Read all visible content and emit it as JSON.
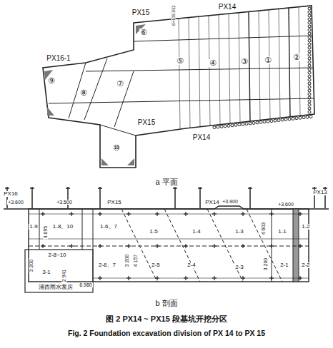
{
  "diagram": {
    "caption": "图 2  PX14 ~ PX15 段基坑开挖分区",
    "labels": [
      "PX15",
      "S=106.932",
      "PX14",
      "PX16-1",
      "PX15",
      "PX14",
      "⑥",
      "⑤",
      "④",
      "③",
      "①",
      "②",
      "⑨",
      "⑧",
      "⑦",
      "⑩",
      "a 平面",
      "PX16",
      "PX15",
      "PX14",
      "PX13",
      "+3.600",
      "+3.500",
      "+3.900",
      "+3.600",
      "1-9",
      "4 095",
      "1-8、10",
      "1-6、7",
      "1-5",
      "1-4",
      "1-3",
      "4 603",
      "1-1",
      "1-2",
      "3 200",
      "2-8~10",
      "2-6、7",
      "3 200",
      "4 157",
      "2-5",
      "2-4",
      "2-3",
      "3 200",
      "2-1",
      "2-2",
      "3-1",
      "2 941",
      "6.980",
      "浦西雨水泵房",
      "b 剖面",
      "Fig. 2  Foundation excavation division of PX 14 to PX 15"
    ]
  }
}
